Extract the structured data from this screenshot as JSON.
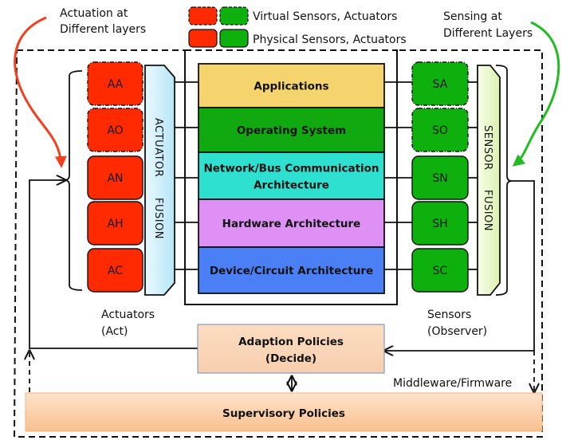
{
  "annotations": {
    "actuation_note": [
      "Actuation at",
      "Different layers"
    ],
    "sensing_note": [
      "Sensing at",
      "Different Layers"
    ],
    "actuators_caption": [
      "Actuators",
      "(Act)"
    ],
    "sensors_caption": [
      "Sensors",
      "(Observer)"
    ],
    "middleware_label": "Middleware/Firmware"
  },
  "legend": {
    "items": [
      {
        "label": "Virtual Sensors, Actuators",
        "style": "dashed"
      },
      {
        "label": "Physical Sensors, Actuators",
        "style": "solid"
      }
    ]
  },
  "colors": {
    "actuator": "#ff2a00",
    "sensor": "#0eb00e",
    "actuator_fusion": "#cdeefb",
    "sensor_fusion": "#eaf7c8",
    "policy": "#fbd5b5",
    "arrow_red": "#f04020",
    "arrow_green": "#22bb22"
  },
  "layers": [
    {
      "label": "Applications",
      "color": "#f5d46e"
    },
    {
      "label": "Operating System",
      "color": "#10aa10"
    },
    {
      "label": "Network/Bus Communication Architecture",
      "lines": [
        "Network/Bus Communication",
        "Architecture"
      ],
      "color": "#2ee0d0"
    },
    {
      "label": "Hardware Architecture",
      "color": "#df90f5"
    },
    {
      "label": "Device/Circuit Architecture",
      "color": "#4a7ff5"
    }
  ],
  "actuators": [
    {
      "label": "AA",
      "virtual": true
    },
    {
      "label": "AO",
      "virtual": true
    },
    {
      "label": "AN",
      "virtual": false
    },
    {
      "label": "AH",
      "virtual": false
    },
    {
      "label": "AC",
      "virtual": false
    }
  ],
  "sensors": [
    {
      "label": "SA",
      "virtual": true
    },
    {
      "label": "SO",
      "virtual": true
    },
    {
      "label": "SN",
      "virtual": false
    },
    {
      "label": "SH",
      "virtual": false
    },
    {
      "label": "SC",
      "virtual": false
    }
  ],
  "actuator_fusion": {
    "words": [
      "ACTUATOR",
      "FUSION"
    ]
  },
  "sensor_fusion": {
    "words": [
      "SENSOR",
      "FUSION"
    ]
  },
  "adaption_policies": {
    "lines": [
      "Adaption Policies",
      "(Decide)"
    ]
  },
  "supervisory_policies": {
    "label": "Supervisory Policies"
  }
}
